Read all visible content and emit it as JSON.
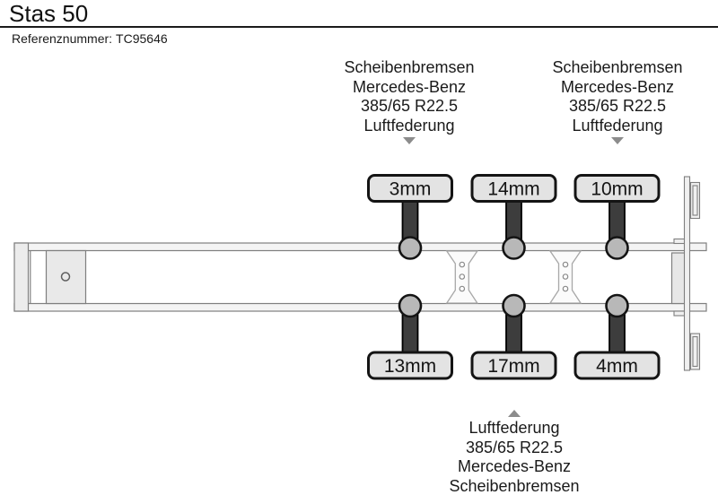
{
  "header": {
    "title": "Stas 50",
    "reference_label": "Referenznummer:",
    "reference_value": "TC95646"
  },
  "annotations": {
    "top_left": {
      "lines": [
        "Scheibenbremsen",
        "Mercedes-Benz",
        "385/65 R22.5",
        "Luftfederung"
      ],
      "arrow_direction": "down"
    },
    "top_right": {
      "lines": [
        "Scheibenbremsen",
        "Mercedes-Benz",
        "385/65 R22.5",
        "Luftfederung"
      ],
      "arrow_direction": "down"
    },
    "bottom": {
      "lines": [
        "Luftfederung",
        "385/65 R22.5",
        "Mercedes-Benz",
        "Scheibenbremsen"
      ],
      "arrow_direction": "up"
    }
  },
  "measurements": {
    "top_row": [
      "3mm",
      "14mm",
      "10mm"
    ],
    "bottom_row": [
      "13mm",
      "17mm",
      "4mm"
    ]
  },
  "diagram": {
    "description": "Top-view schematic of a 3-axle semi-trailer chassis with brake measurement callouts",
    "axle_count": 3
  },
  "colors": {
    "measurement_box_fill": "#e3e3e3",
    "measurement_box_border": "#141414",
    "axle_bar_fill": "#3d3d3d",
    "hub_fill": "#b8b8b8",
    "chassis_fill": "#f4f4f4",
    "chassis_outline": "#7f7f7f",
    "arrow": "#8c8c8c"
  }
}
